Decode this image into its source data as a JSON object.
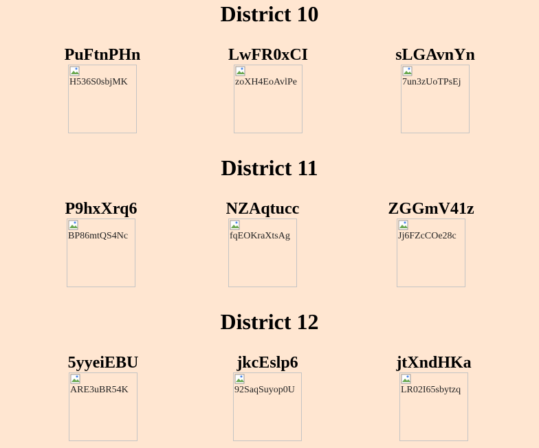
{
  "districts": [
    {
      "title": "District 10",
      "tributes": [
        {
          "name": "PuFtnPHn",
          "alt": "H536S0sbjMK"
        },
        {
          "name": "LwFR0xCI",
          "alt": "zoXH4EoAvlPe"
        },
        {
          "name": "sLGAvnYn",
          "alt": "7un3zUoTPsEj"
        }
      ]
    },
    {
      "title": "District 11",
      "tributes": [
        {
          "name": "P9hxXrq6",
          "alt": "BP86mtQS4Nc"
        },
        {
          "name": "NZAqtucc",
          "alt": "fqEOKraXtsAg"
        },
        {
          "name": "ZGGmV41z",
          "alt": "Jj6FZcCOe28c"
        }
      ]
    },
    {
      "title": "District 12",
      "tributes": [
        {
          "name": "5yyeiEBU",
          "alt": "ARE3uBR54K"
        },
        {
          "name": "jkcEslp6",
          "alt": "92SaqSuyop0U"
        },
        {
          "name": "jtXndHKa",
          "alt": "LR02I65sbytzq"
        }
      ]
    }
  ],
  "icons": {
    "broken_image": "broken-image-icon"
  }
}
